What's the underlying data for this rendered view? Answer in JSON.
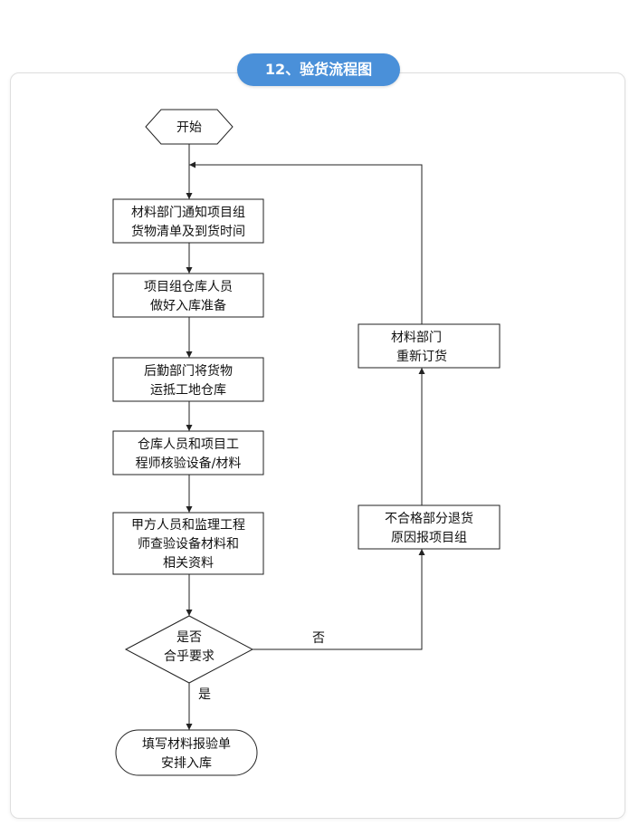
{
  "header": {
    "title": "12、验货流程图"
  },
  "flowchart": {
    "start": {
      "line1": "开始"
    },
    "steps": [
      {
        "line1": "材料部门通知项目组",
        "line2": "货物清单及到货时间"
      },
      {
        "line1": "项目组仓库人员",
        "line2": "做好入库准备"
      },
      {
        "line1": "后勤部门将货物",
        "line2": "运抵工地仓库"
      },
      {
        "line1": "仓库人员和项目工",
        "line2": "程师核验设备/材料"
      },
      {
        "line1": "甲方人员和监理工程",
        "line2": "师查验设备材料和",
        "line3": "相关资料"
      }
    ],
    "decision": {
      "line1": "是否",
      "line2": "合乎要求"
    },
    "labels": {
      "yes": "是",
      "no": "否"
    },
    "end": {
      "line1": "填写材料报验单",
      "line2": "安排入库"
    },
    "return_steps": [
      {
        "line1": "不合格部分退货",
        "line2": "原因报项目组"
      },
      {
        "line1": "材料部门",
        "line2": "重新订货"
      }
    ]
  }
}
